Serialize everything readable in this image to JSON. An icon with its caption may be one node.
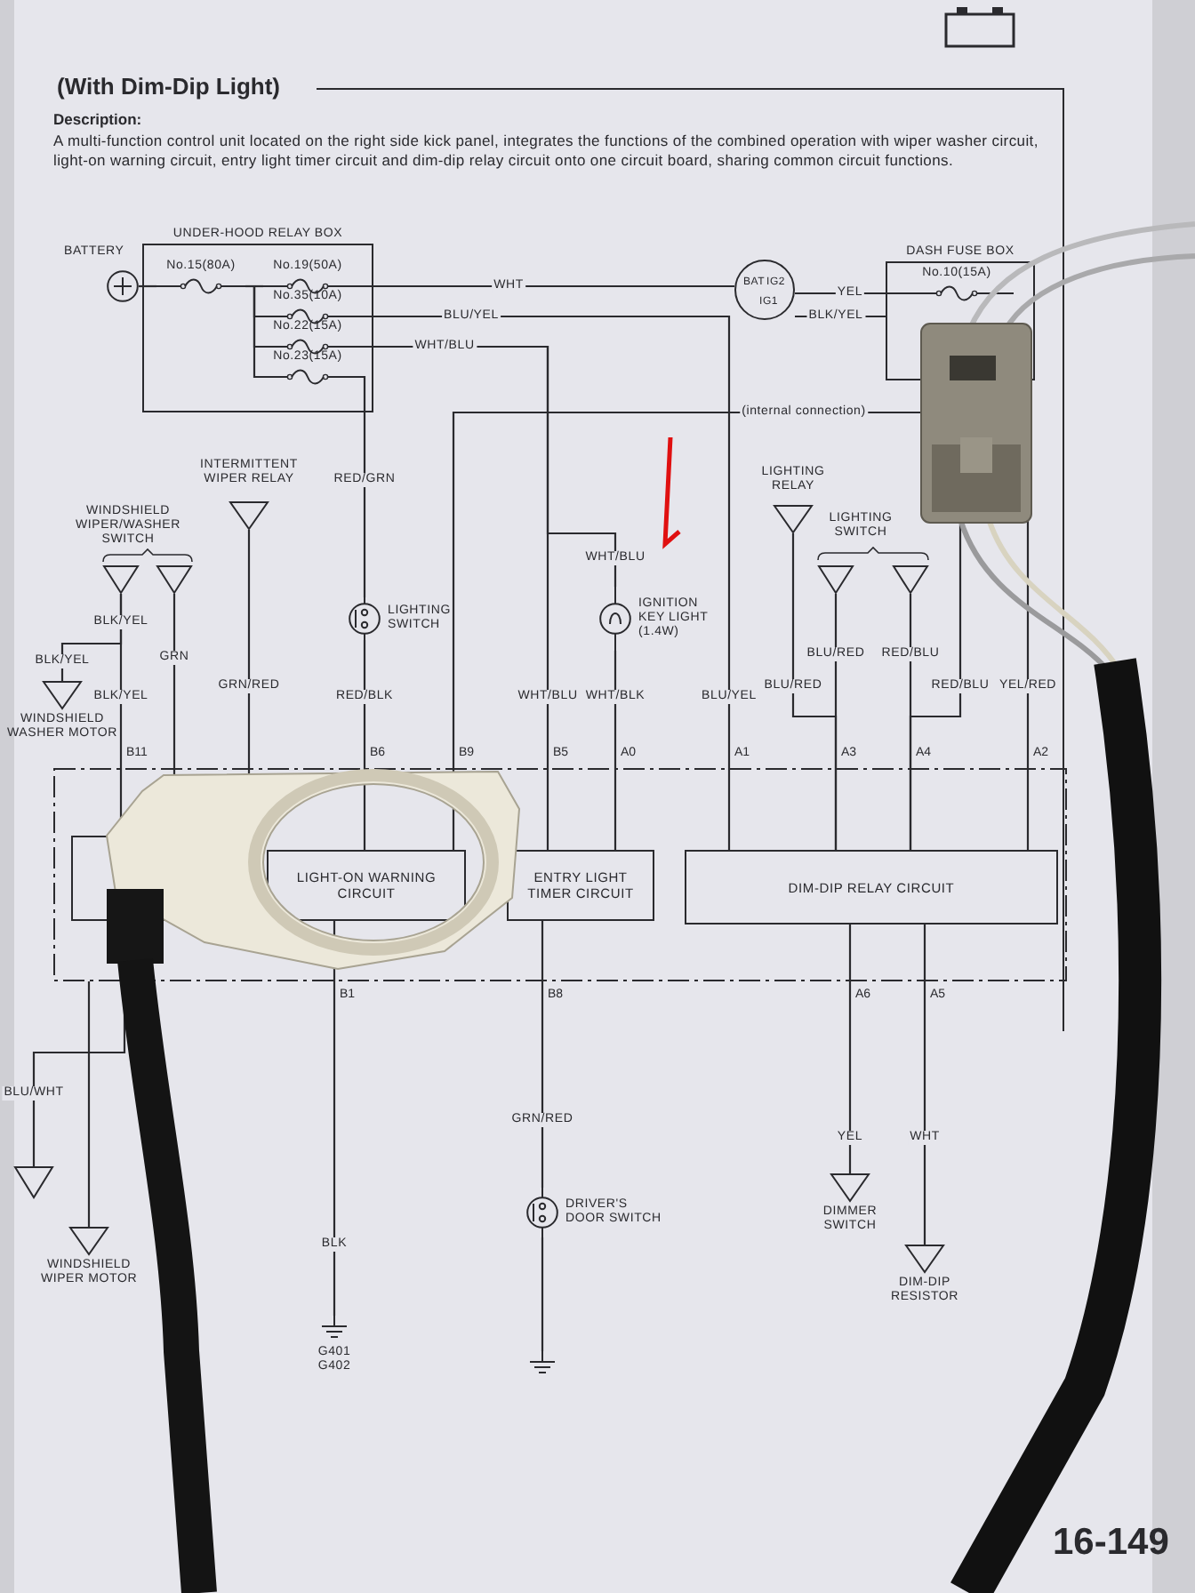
{
  "diagram": {
    "title": "(With Dim-Dip Light)",
    "nodes": [
      {
        "text": [
          "BATTERY"
        ]
      },
      {
        "text": [
          "UNDER-HOOD RELAY BOX"
        ]
      },
      {
        "text": [
          "No.15(80A)"
        ],
        "in": 1
      },
      {
        "text": [
          "No.19(50A)"
        ],
        "in": 1
      },
      {
        "text": [
          "No.35(10A)"
        ],
        "in": 1
      },
      {
        "text": [
          "No.22(15A)"
        ],
        "in": 1
      },
      {
        "text": [
          "No.23(15A)"
        ],
        "in": 1
      },
      {
        "text": [
          "BAT",
          "IG2",
          "IG1"
        ]
      },
      {
        "text": [
          "DASH FUSE BOX"
        ]
      },
      {
        "text": [
          "No.10(15A)"
        ],
        "in": 8
      },
      {
        "text": [],
        "shape": "triangle"
      },
      {
        "text": [],
        "shape": "triangle"
      },
      {
        "text": [
          "INTERMITTENT WIPER RELAY"
        ]
      },
      {
        "text": [
          "WINDSHIELD WASHER MOTOR"
        ]
      },
      {
        "text": [
          "LIGHTING SWITCH"
        ]
      },
      {
        "text": [
          "IGNITION KEY LIGHT (1.4W)"
        ]
      },
      {
        "text": [
          "LIGHTING RELAY"
        ]
      },
      {
        "text": [],
        "shape": "triangle"
      },
      {
        "text": [],
        "shape": "triangle"
      },
      {
        "text": [],
        "shape": "box"
      },
      {
        "text": [],
        "shape": "box",
        "in": 19
      },
      {
        "text": [
          "LIGHT-ON WARNING CIRCUIT"
        ],
        "in": 19
      },
      {
        "text": [
          "ENTRY LIGHT TIMER CIRCUIT"
        ],
        "in": 19
      },
      {
        "text": [
          "DIM-DIP RELAY CIRCUIT"
        ],
        "in": 19
      },
      {
        "text": [
          "DRIVER'S DOOR SWITCH"
        ]
      },
      {
        "text": [
          "DIMMER SWITCH"
        ]
      },
      {
        "text": [
          "DIM-DIP RESISTOR"
        ]
      },
      {
        "text": [
          "G401 G402"
        ]
      },
      {
        "text": [],
        "shape": "ground"
      },
      {
        "text": [],
        "shape": "triangle"
      },
      {
        "text": [
          "WINDSHIELD WIPER MOTOR"
        ]
      }
    ],
    "edges": [
      {
        "from": 0,
        "to": 2,
        "arrow": "none"
      },
      {
        "from": 2,
        "to": 3,
        "arrow": "none"
      },
      {
        "from": 2,
        "to": 4,
        "arrow": "none"
      },
      {
        "from": 2,
        "to": 5,
        "arrow": "none"
      },
      {
        "from": 2,
        "to": 6,
        "arrow": "none"
      },
      {
        "from": 3,
        "to": 7,
        "label": "WHT",
        "arrow": "none"
      },
      {
        "from": 4,
        "to": 23,
        "label": "BLU/YEL",
        "arrow": "none"
      },
      {
        "from": 5,
        "to": 22,
        "label": "WHT/BLU",
        "arrow": "none"
      },
      {
        "from": 5,
        "to": 15,
        "label": "WHT/BLU",
        "arrow": "none"
      },
      {
        "from": 15,
        "to": 22,
        "label": "WHT/BLK",
        "arrow": "none"
      },
      {
        "from": 6,
        "to": 14,
        "label": "RED/GRN",
        "arrow": "none"
      },
      {
        "from": 14,
        "to": 21,
        "label": "RED/BLK",
        "arrow": "none"
      },
      {
        "from": 7,
        "to": 9,
        "label": "YEL",
        "arrow": "none"
      },
      {
        "from": 7,
        "to": 8,
        "label": "BLK/YEL",
        "arrow": "none"
      },
      {
        "from": 8,
        "to": 21,
        "label": "(internal connection)",
        "arrow": "none"
      },
      {
        "from": 8,
        "to": 23,
        "label": "RED/BLU",
        "arrow": "none"
      },
      {
        "from": 8,
        "to": 23,
        "label": "YEL/RED",
        "arrow": "none"
      },
      {
        "from": 16,
        "to": 23,
        "label": "BLU/RED",
        "arrow": "none"
      },
      {
        "from": 17,
        "to": 23,
        "label": "BLU/RED",
        "arrow": "none"
      },
      {
        "from": 18,
        "to": 23,
        "label": "RED/BLU",
        "arrow": "none"
      },
      {
        "from": 10,
        "to": 20,
        "label": "BLK/YEL",
        "arrow": "none"
      },
      {
        "from": 10,
        "to": 13,
        "label": "BLK/YEL",
        "arrow": "none"
      },
      {
        "from": 11,
        "to": 20,
        "label": "GRN",
        "arrow": "none"
      },
      {
        "from": 12,
        "to": 20,
        "label": "GRN/RED",
        "arrow": "none"
      },
      {
        "from": 21,
        "to": 27,
        "label": "BLK",
        "arrow": "none"
      },
      {
        "from": 22,
        "to": 24,
        "label": "GRN/RED",
        "arrow": "none"
      },
      {
        "from": 24,
        "to": 28,
        "arrow": "none"
      },
      {
        "from": 23,
        "to": 25,
        "label": "YEL",
        "arrow": "none"
      },
      {
        "from": 23,
        "to": 26,
        "label": "WHT",
        "arrow": "none"
      },
      {
        "from": 19,
        "to": 29,
        "label": "BLU/WHT",
        "arrow": "none"
      },
      {
        "from": 19,
        "to": 30,
        "arrow": "none"
      }
    ],
    "labels": [
      "Description:",
      "A multi-function control unit located on the right side kick panel, integrates the functions of the combined operation with wiper washer circuit, light-on warning circuit, entry light timer circuit and dim-dip relay circuit onto one circuit board, sharing common circuit functions.",
      "WINDSHIELD WIPER/WASHER SWITCH",
      "LIGHTING SWITCH",
      "BLK/YEL",
      "WHT/BLU",
      "BLU/YEL",
      "B11",
      "B6",
      "B9",
      "B5",
      "A0",
      "A1",
      "A3",
      "A4",
      "A2",
      "B1",
      "B8",
      "A6",
      "A5",
      "16-149"
    ]
  }
}
